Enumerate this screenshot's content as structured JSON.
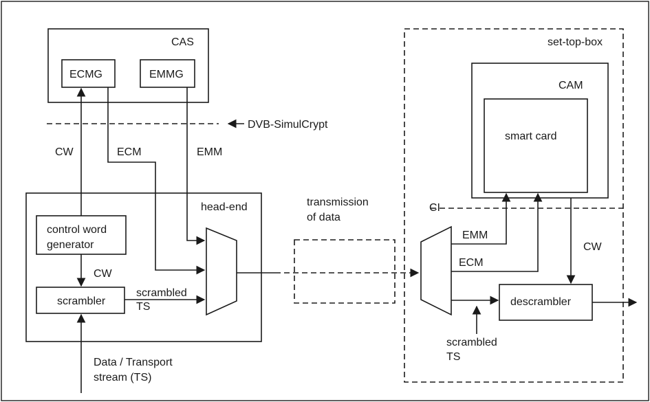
{
  "cas": {
    "label": "CAS",
    "ecmg": "ECMG",
    "emmg": "EMMG"
  },
  "interface": {
    "simulcrypt": "DVB-SimulCrypt"
  },
  "signals": {
    "cw_top": "CW",
    "ecm_top": "ECM",
    "emm_top": "EMM",
    "cw_mid": "CW",
    "scrambled_ts_line1": "scrambled",
    "scrambled_ts_line2": "TS"
  },
  "headend": {
    "label": "head-end",
    "cwg_line1": "control word",
    "cwg_line2": "generator",
    "scrambler": "scrambler"
  },
  "input": {
    "line1": "Data / Transport",
    "line2": "stream (TS)"
  },
  "transmission": {
    "line1": "transmission",
    "line2": "of data"
  },
  "stb": {
    "label": "set-top-box",
    "cam": "CAM",
    "smart_card": "smart card",
    "ci": "CI",
    "emm": "EMM",
    "ecm": "ECM",
    "cw": "CW",
    "descrambler": "descrambler",
    "scrambled_ts_line1": "scrambled",
    "scrambled_ts_line2": "TS"
  }
}
